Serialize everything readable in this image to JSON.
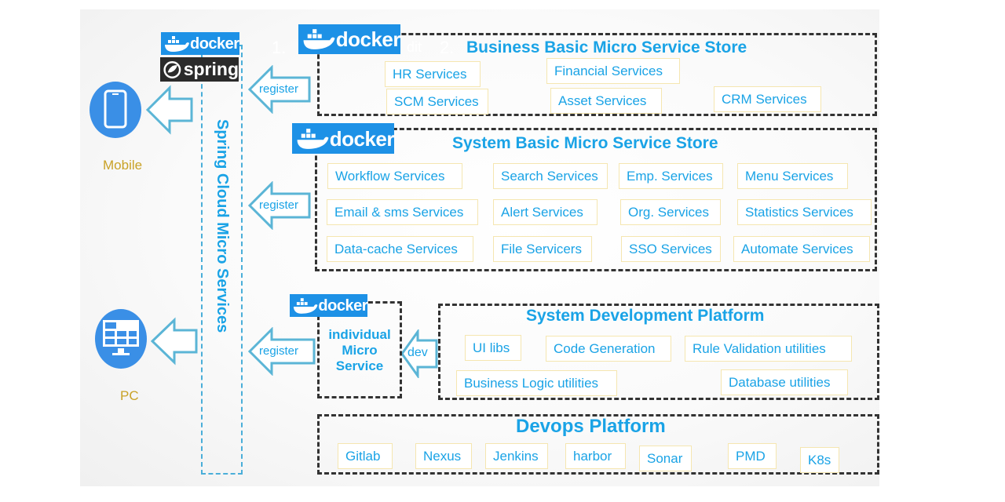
{
  "docker_label": "docker",
  "spring_label": "spring",
  "spring_cloud_label": "Spring Cloud Micro Services",
  "overlay_text": {
    "one": "1.",
    "two": "2.",
    "dit": "dit"
  },
  "clients": {
    "mobile": "Mobile",
    "pc": "PC"
  },
  "arrows": {
    "register": "register",
    "dev": "dev"
  },
  "business": {
    "title": "Business Basic Micro Service Store",
    "services": [
      "HR Services",
      "Financial Services",
      "SCM Services",
      "Asset Services",
      "CRM Services"
    ]
  },
  "system": {
    "title": "System Basic Micro Service Store",
    "services": [
      "Workflow Services",
      "Search Services",
      "Emp. Services",
      "Menu Services",
      "Email & sms Services",
      "Alert Services",
      "Org. Services",
      "Statistics Services",
      "Data-cache Services",
      "File Servicers",
      "SSO Services",
      "Automate Services"
    ]
  },
  "individual": {
    "line1": "individual",
    "line2": "Micro",
    "line3": "Service"
  },
  "devplatform": {
    "title": "System  Development Platform",
    "items": [
      "UI libs",
      "Code Generation",
      "Rule Validation  utilities",
      "Business Logic utilities",
      "Database utilities"
    ]
  },
  "devops": {
    "title": "Devops Platform",
    "items": [
      "Gitlab",
      "Nexus",
      "Jenkins",
      "harbor",
      "Sonar",
      "PMD",
      "K8s"
    ]
  },
  "colors": {
    "accent": "#1aa3e6",
    "docker_blue": "#1d91e6",
    "client_label": "#c9a227",
    "border": "#333333"
  }
}
